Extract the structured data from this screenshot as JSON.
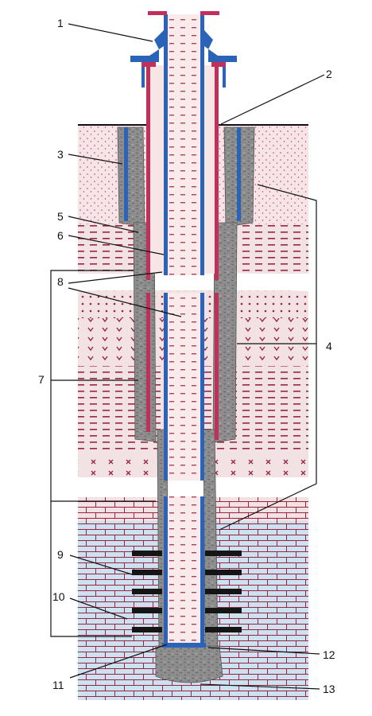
{
  "callouts": {
    "c1": "1",
    "c2": "2",
    "c3": "3",
    "c4": "4",
    "c5": "5",
    "c6": "6",
    "c7": "7",
    "c8": "8",
    "c9": "9",
    "c10": "10",
    "c11": "11",
    "c12": "12",
    "c13": "13"
  },
  "colors": {
    "earth_fill": "#f3e2e3",
    "earth_marks": "#9a2440",
    "cement": "#8c8c8c",
    "casing_blue": "#2a63b8",
    "casing_red": "#c0305a",
    "fluid_fill": "#fbeaea",
    "reservoir_water": "#cde2f0",
    "perforation": "#151515"
  },
  "icons": [
    "wellhead-icon",
    "perforation-icon",
    "brick-pattern-icon"
  ]
}
